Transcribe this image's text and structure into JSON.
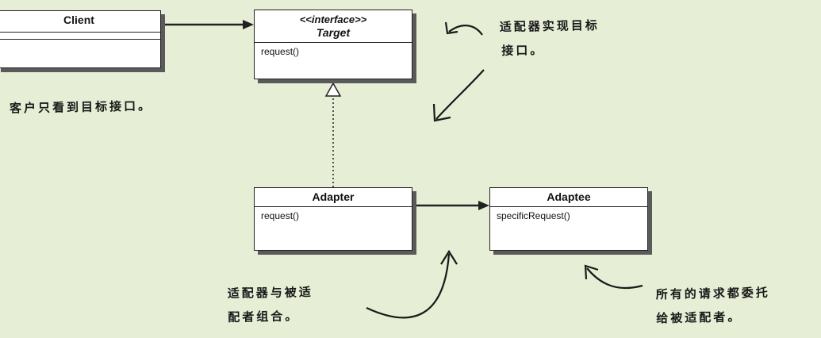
{
  "classes": {
    "client": {
      "name": "Client"
    },
    "target": {
      "stereotype": "<<interface>>",
      "name": "Target",
      "method": "request()"
    },
    "adapter": {
      "name": "Adapter",
      "method": "request()"
    },
    "adaptee": {
      "name": "Adaptee",
      "method": "specificRequest()"
    }
  },
  "notes": {
    "client": "客户只看到目标接口。",
    "target_line1": "适配器实现目标",
    "target_line2": "接口。",
    "adapter_line1": "适配器与被适",
    "adapter_line2": "配者组合。",
    "adaptee_line1": "所有的请求都委托",
    "adaptee_line2": "给被适配者。"
  },
  "colors": {
    "background": "#e6efd6",
    "box_fill": "#ffffff",
    "line": "#222222",
    "shadow": "#5a5a5a"
  }
}
